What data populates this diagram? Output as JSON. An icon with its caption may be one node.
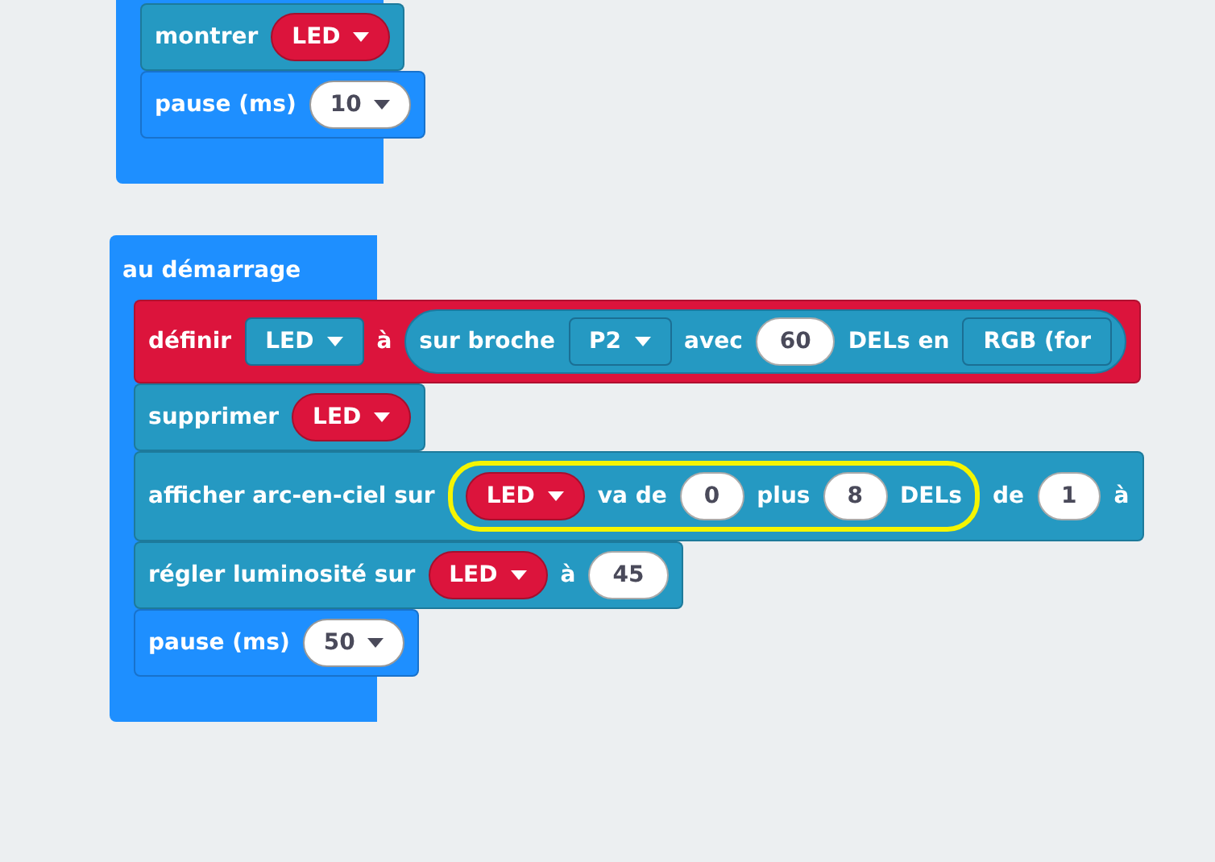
{
  "diagram": {
    "nodes": [
      {
        "text": [],
        "shape": "box"
      },
      {
        "text": [
          "montrer"
        ],
        "in": 0
      },
      {
        "text": [
          "LED"
        ],
        "in": 1
      },
      {
        "text": [
          "pause (ms)"
        ],
        "in": 0
      },
      {
        "text": [
          "10"
        ],
        "in": 3
      },
      {
        "text": [
          "au démarrage"
        ]
      },
      {
        "text": [
          "définir",
          "à"
        ],
        "in": 5
      },
      {
        "text": [
          "LED"
        ],
        "in": 6
      },
      {
        "text": [
          "sur broche",
          "avec",
          "DELs en"
        ],
        "in": 6
      },
      {
        "text": [
          "P2"
        ],
        "in": 8
      },
      {
        "text": [
          "60"
        ],
        "in": 8
      },
      {
        "text": [
          "RGB (for"
        ],
        "in": 8
      },
      {
        "text": [
          "supprimer"
        ],
        "in": 5
      },
      {
        "text": [
          "LED"
        ],
        "in": 12
      },
      {
        "text": [
          "afficher arc-en-ciel sur",
          "de",
          "à"
        ],
        "in": 5
      },
      {
        "text": [
          "va de",
          "plus",
          "DELs"
        ],
        "in": 14
      },
      {
        "text": [
          "LED"
        ],
        "in": 15
      },
      {
        "text": [
          "0"
        ],
        "in": 15
      },
      {
        "text": [
          "8"
        ],
        "in": 15
      },
      {
        "text": [
          "1"
        ],
        "in": 14
      },
      {
        "text": [
          "régler luminosité sur",
          "à"
        ],
        "in": 5
      },
      {
        "text": [
          "LED"
        ],
        "in": 20
      },
      {
        "text": [
          "45"
        ],
        "in": 20
      },
      {
        "text": [
          "pause (ms)"
        ],
        "in": 5
      },
      {
        "text": [
          "50"
        ],
        "in": 23
      }
    ]
  }
}
